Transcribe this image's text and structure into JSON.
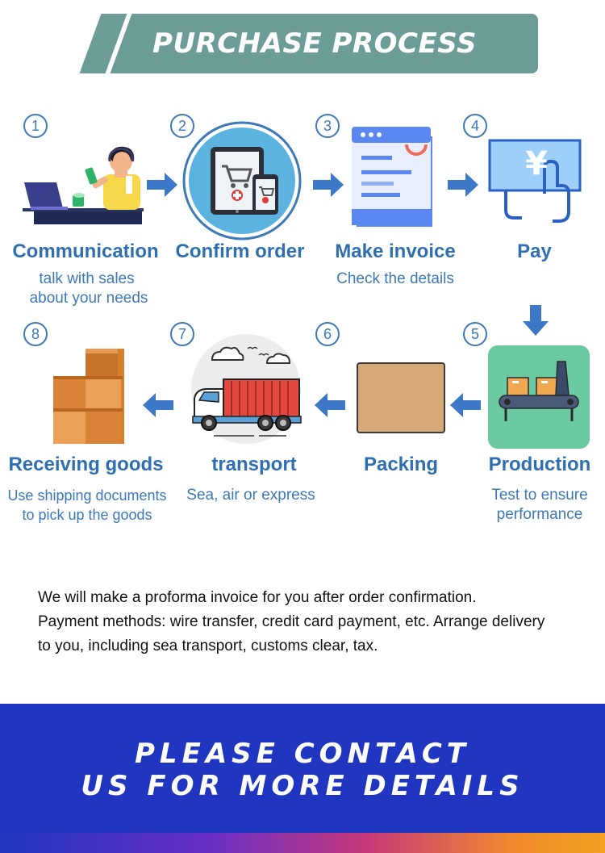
{
  "header": {
    "title": "PURCHASE PROCESS"
  },
  "steps": [
    {
      "number": "1",
      "title": "Communication",
      "desc": [
        "talk with sales",
        "about your needs"
      ]
    },
    {
      "number": "2",
      "title": "Confirm order",
      "desc": []
    },
    {
      "number": "3",
      "title": "Make invoice",
      "desc": [
        "Check the details"
      ]
    },
    {
      "number": "4",
      "title": "Pay",
      "desc": []
    },
    {
      "number": "5",
      "title": "Production",
      "desc": [
        "Test to ensure",
        "performance"
      ]
    },
    {
      "number": "6",
      "title": "Packing",
      "desc": []
    },
    {
      "number": "7",
      "title": "transport",
      "desc": [
        "Sea, air or express"
      ]
    },
    {
      "number": "8",
      "title": "Receiving goods",
      "desc": [
        "Use shipping documents",
        "to pick up the goods"
      ]
    }
  ],
  "pay_symbol": "¥",
  "body": {
    "line1": "We will make a proforma invoice for you after order confirmation.",
    "line2": "Payment methods: wire transfer, credit card payment, etc. Arrange delivery",
    "line3": "to you, including sea transport, customs clear, tax."
  },
  "footer": {
    "line1": "PLEASE CONTACT",
    "line2": "US FOR MORE DETAILS"
  },
  "colors": {
    "accent": "#2f6fb0",
    "header": "#6b9c96",
    "footer": "#2036c0"
  }
}
